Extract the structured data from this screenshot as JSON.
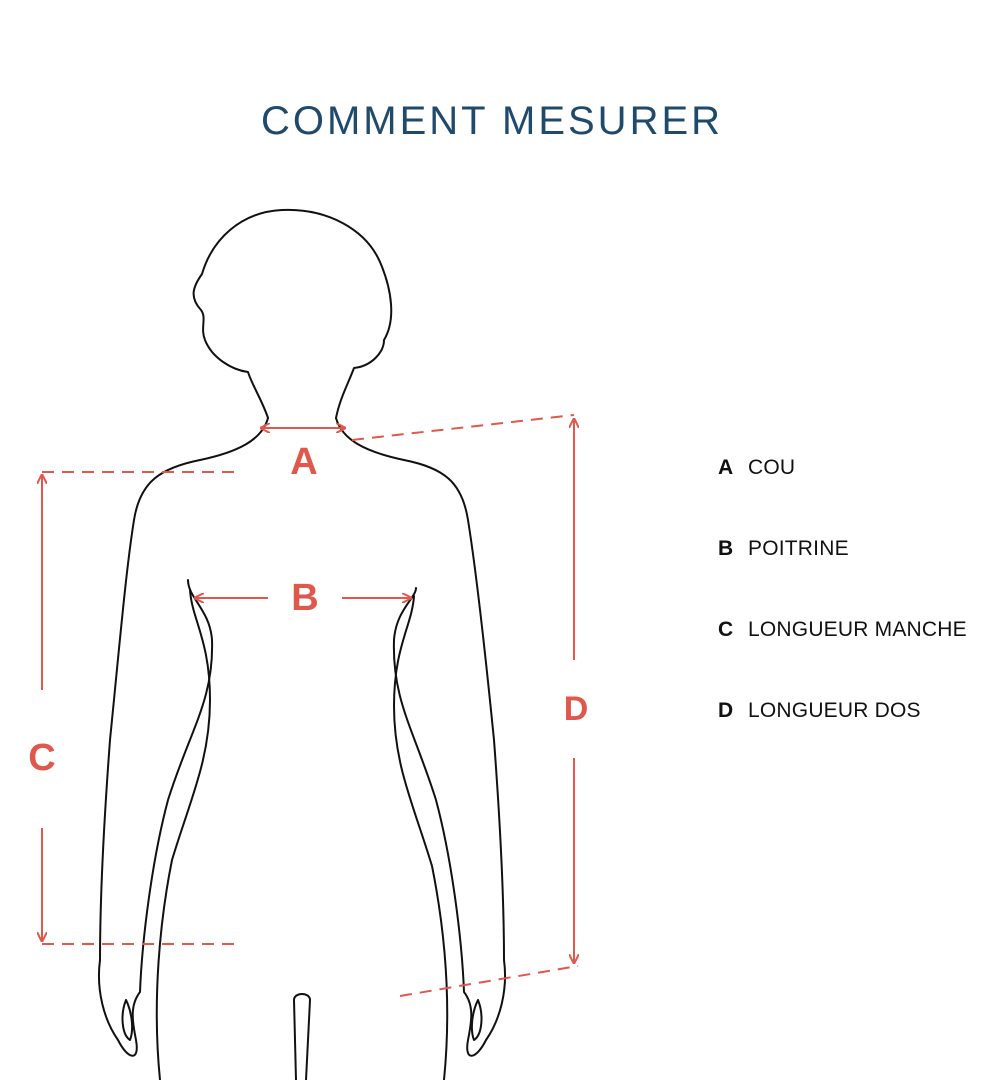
{
  "title": "COMMENT MESURER",
  "colors": {
    "title": "#1f4a6b",
    "measure": "#e0574c",
    "outline": "#111111",
    "background": "#ffffff"
  },
  "markers": {
    "a": "A",
    "b": "B",
    "c": "C",
    "d": "D"
  },
  "legend": [
    {
      "letter": "A",
      "label": "COU"
    },
    {
      "letter": "B",
      "label": "POITRINE"
    },
    {
      "letter": "C",
      "label": "LONGUEUR MANCHE"
    },
    {
      "letter": "D",
      "label": "LONGUEUR DOS"
    }
  ]
}
